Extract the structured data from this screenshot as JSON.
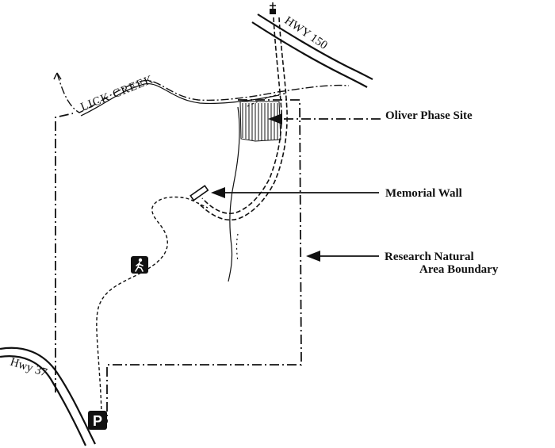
{
  "map": {
    "roads": {
      "hwy150": "HWY 150",
      "hwy37": "Hwy 37",
      "creek": "LICK CREEK"
    },
    "callouts": {
      "oliver_phase_site": "Oliver Phase Site",
      "memorial_wall": "Memorial Wall",
      "boundary_line1": "Research Natural",
      "boundary_line2": "Area Boundary"
    },
    "symbols": {
      "parking": "P",
      "hiker": "hiker-icon",
      "cross": "church-cross-icon"
    },
    "colors": {
      "ink": "#111111",
      "paper": "#ffffff"
    }
  }
}
